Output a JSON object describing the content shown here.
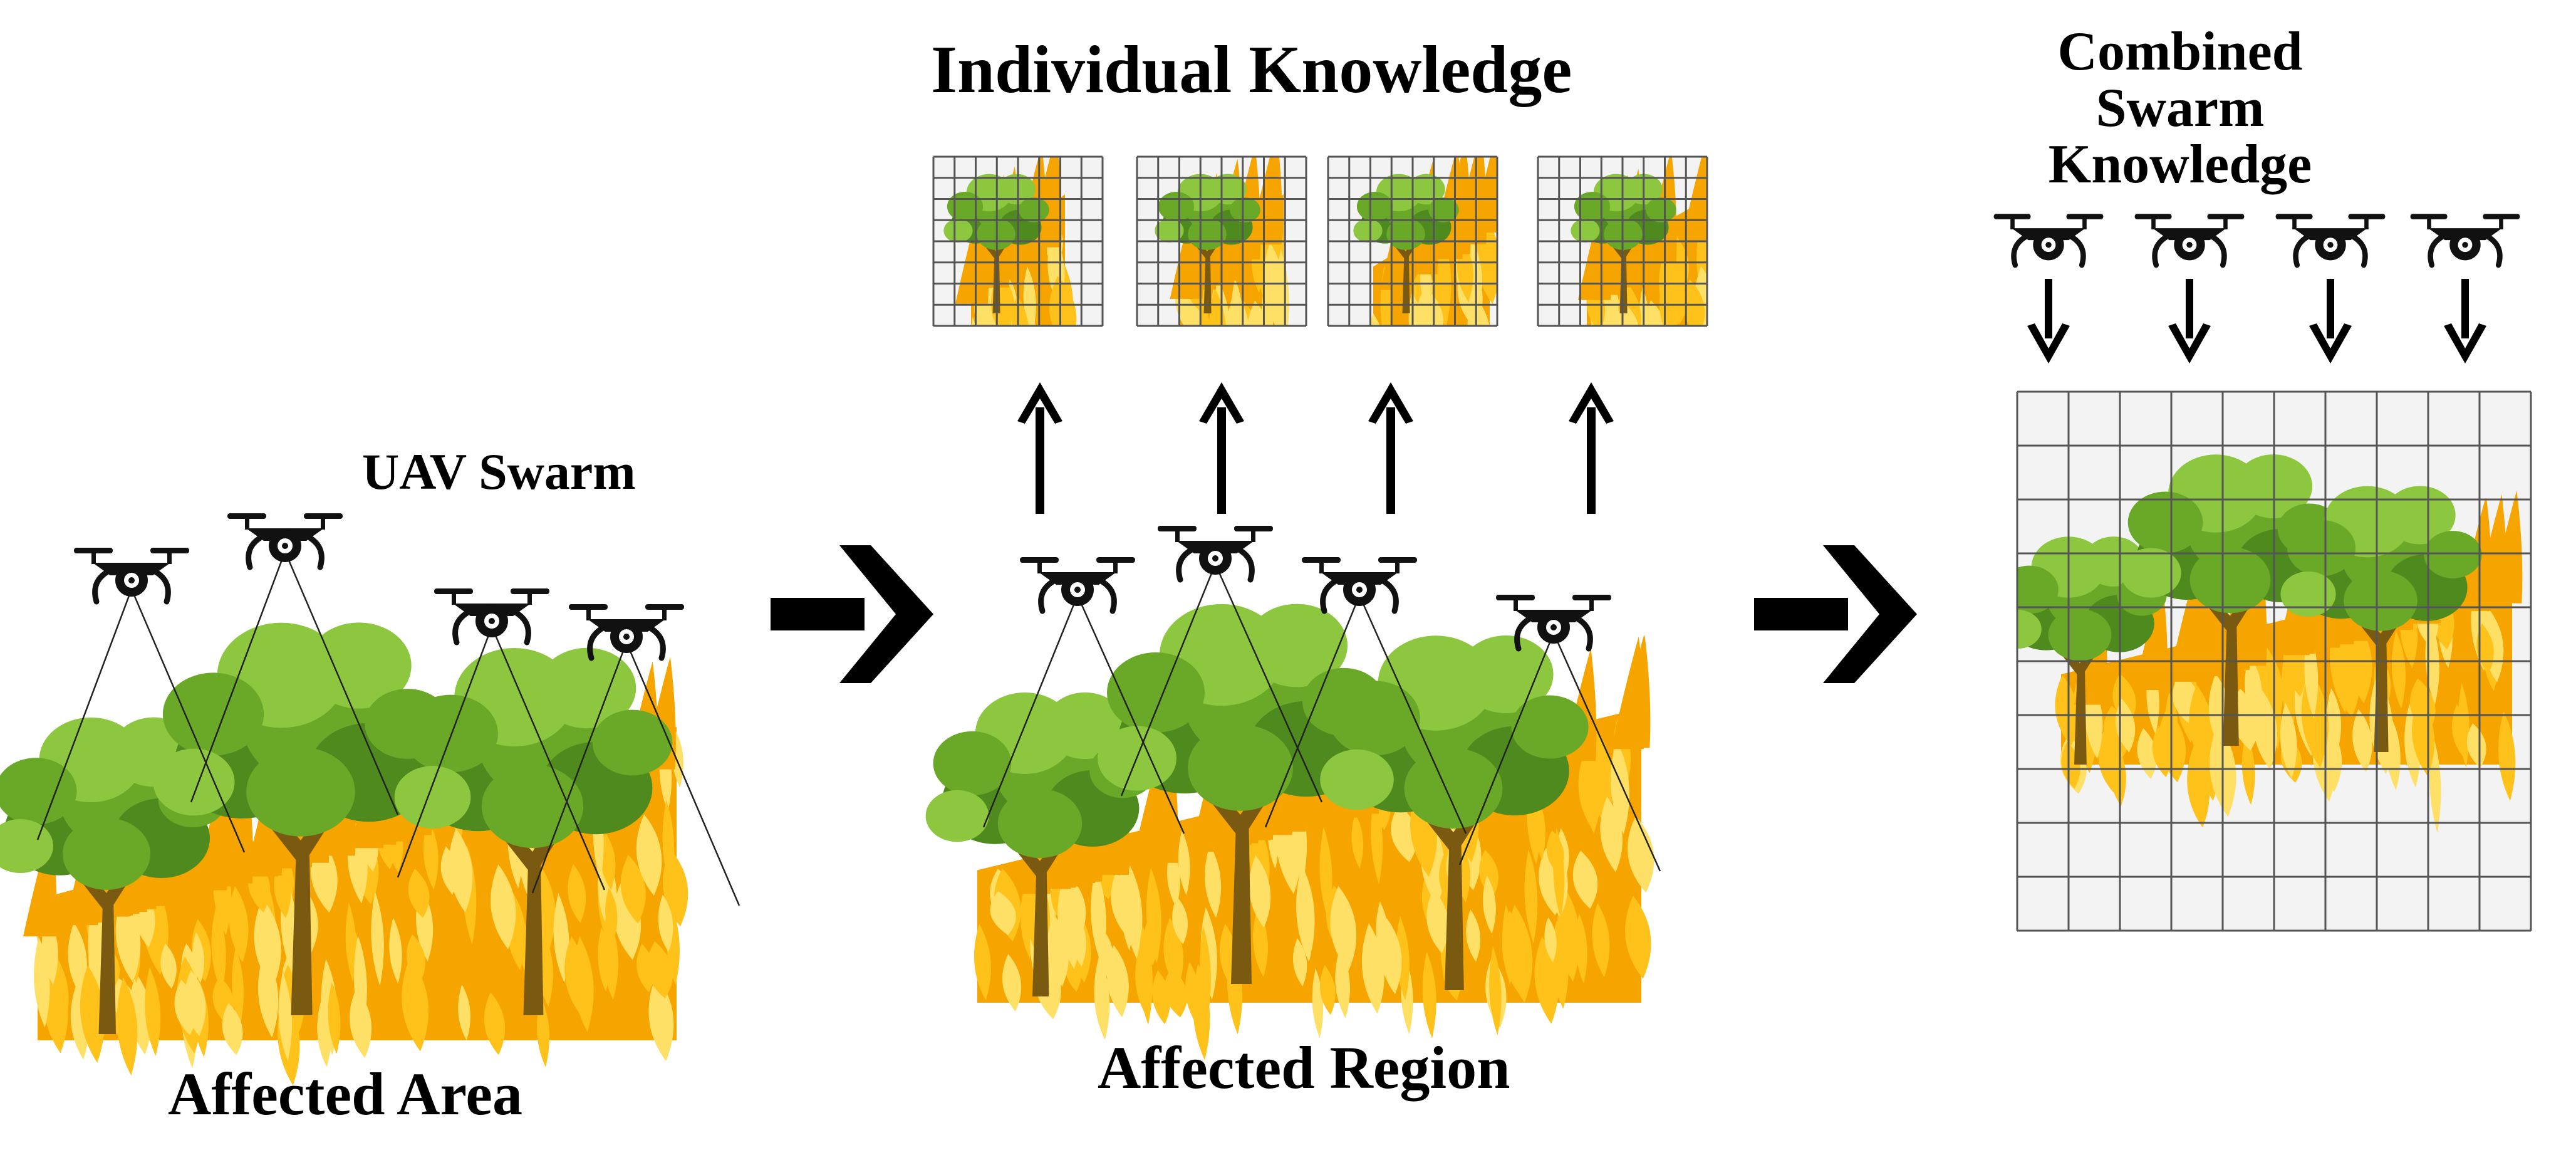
{
  "diagram": {
    "title_individual": "Individual Knowledge",
    "title_combined": "Combined Swarm Knowledge",
    "label_swarm": "UAV Swarm",
    "label_area": "Affected Area",
    "label_region": "Affected Region"
  },
  "colors": {
    "text": "#000000",
    "drone": "#111111",
    "leaf_dark": "#4e8a1e",
    "leaf_mid": "#6aa828",
    "leaf_light": "#8dc63f",
    "trunk": "#7a5a10",
    "fire_outer": "#f6a400",
    "fire_mid": "#ffc21a",
    "fire_inner": "#ffe066",
    "grid_line": "#555555",
    "grid_fill": "#f3f3f3"
  },
  "icons": [
    "drone-icon",
    "tree-icon",
    "fire-icon",
    "grid-map-icon",
    "arrow-up-icon",
    "arrow-down-icon",
    "arrow-right-icon"
  ]
}
